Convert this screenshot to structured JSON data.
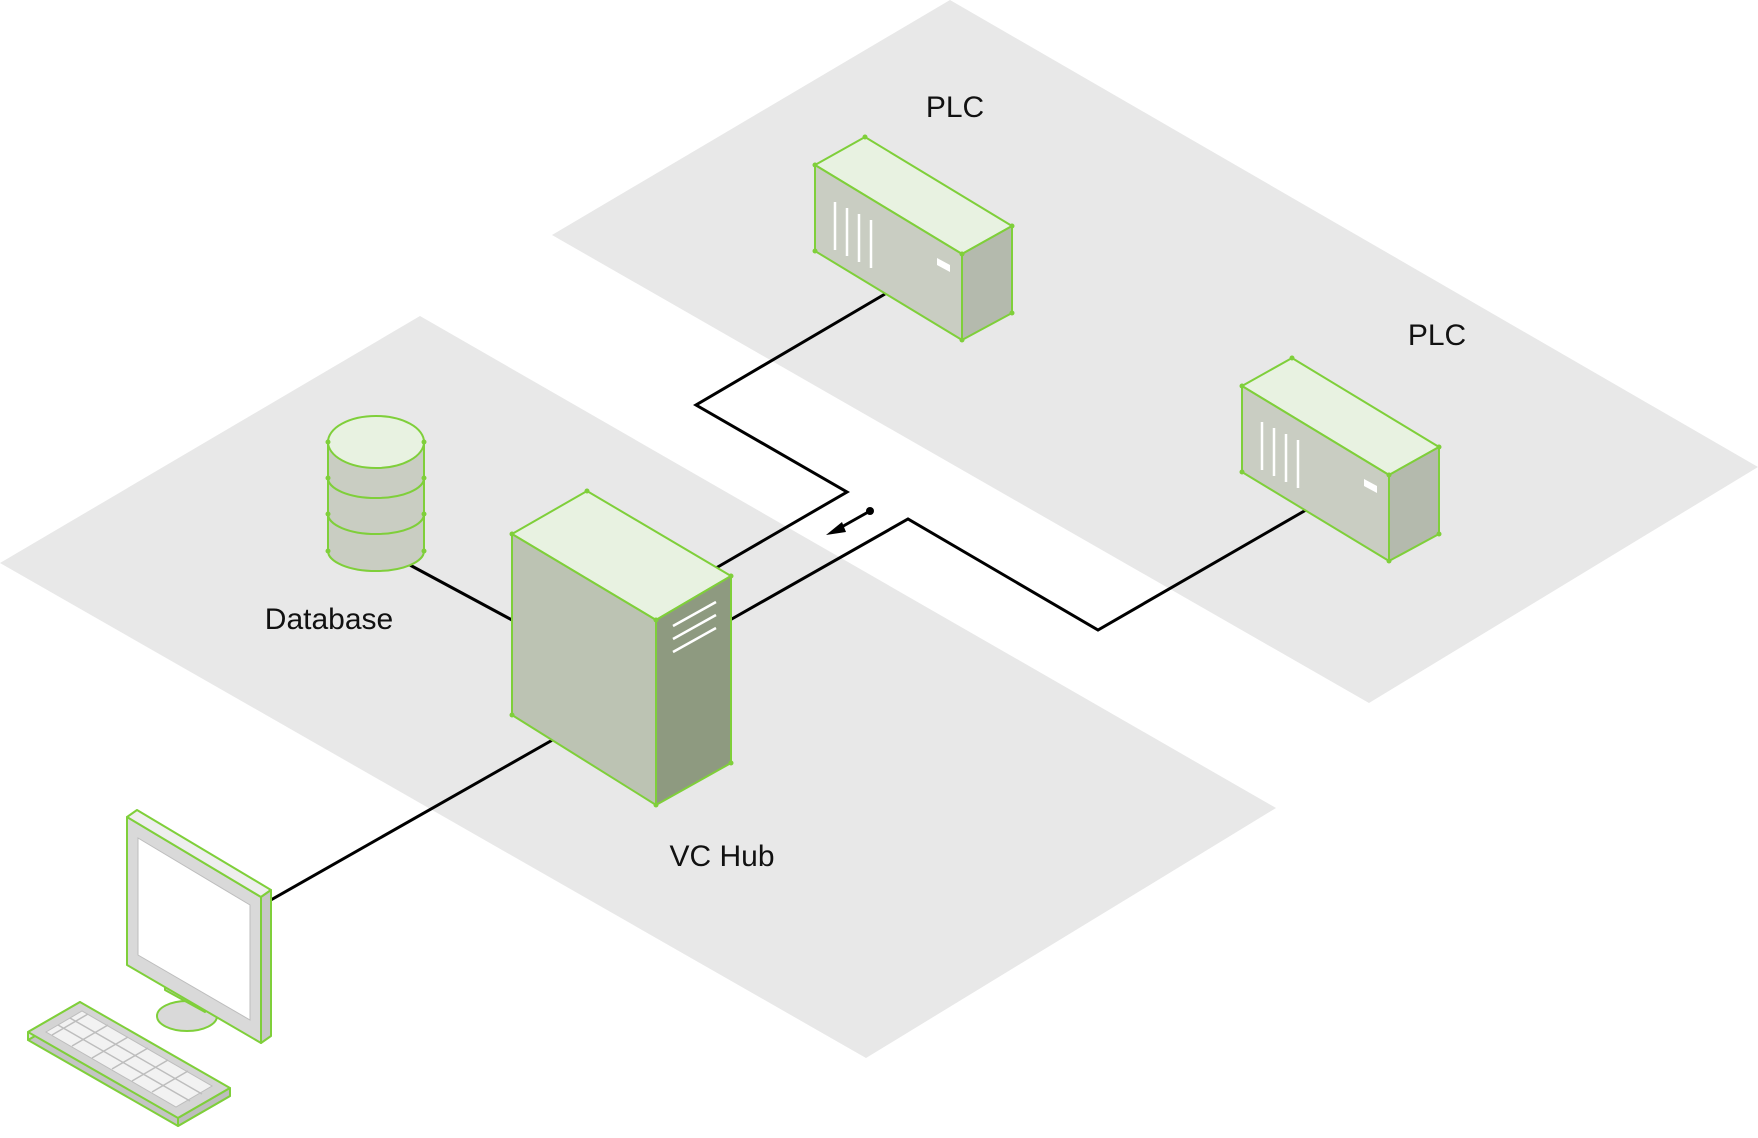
{
  "nodes": {
    "plc_top": {
      "label": "PLC"
    },
    "plc_right": {
      "label": "PLC"
    },
    "database": {
      "label": "Database"
    },
    "vc_hub": {
      "label": "VC Hub"
    },
    "workstation": {
      "label": ""
    }
  },
  "colors": {
    "zone": "#e8e8e8",
    "outline": "#7fcf3a",
    "device_top": "#e8f2e1",
    "device_front": "#c9cdc2",
    "device_side": "#b4baad",
    "hub_front": "#bcc3b3",
    "hub_side": "#8e9a80",
    "monitor_frame": "#d9d9d9",
    "monitor_screen": "#ffffff",
    "wire": "#000000"
  }
}
